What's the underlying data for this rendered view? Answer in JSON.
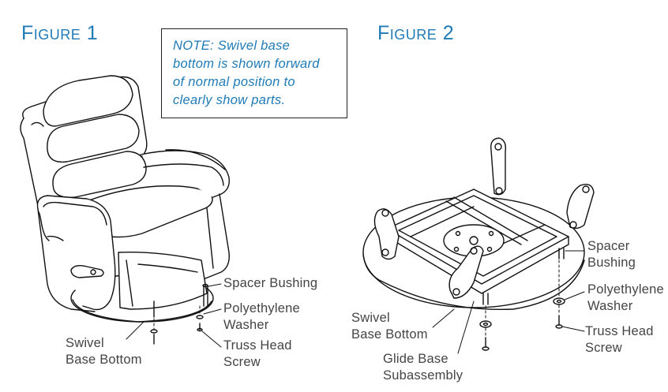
{
  "figure1": {
    "title": "Figure 1",
    "labels": {
      "spacer_bushing": "Spacer Bushing",
      "polyethylene_washer_l1": "Polyethylene",
      "polyethylene_washer_l2": "Washer",
      "truss_head_screw_l1": "Truss Head",
      "truss_head_screw_l2": "Screw",
      "swivel_base_bottom_l1": "Swivel",
      "swivel_base_bottom_l2": "Base Bottom"
    }
  },
  "note": {
    "line1": "NOTE: Swivel base",
    "line2": "bottom is shown forward",
    "line3": "of normal position to",
    "line4": "clearly show parts."
  },
  "figure2": {
    "title": "Figure 2",
    "labels": {
      "spacer_l1": "Spacer",
      "spacer_l2": "Bushing",
      "polyethylene_l1": "Polyethylene",
      "polyethylene_l2": "Washer",
      "truss_head_l1": "Truss Head",
      "truss_head_l2": "Screw",
      "swivel_base_l1": "Swivel",
      "swivel_base_l2": "Base Bottom",
      "glide_base_l1": "Glide Base",
      "glide_base_l2": "Subassembly"
    }
  }
}
